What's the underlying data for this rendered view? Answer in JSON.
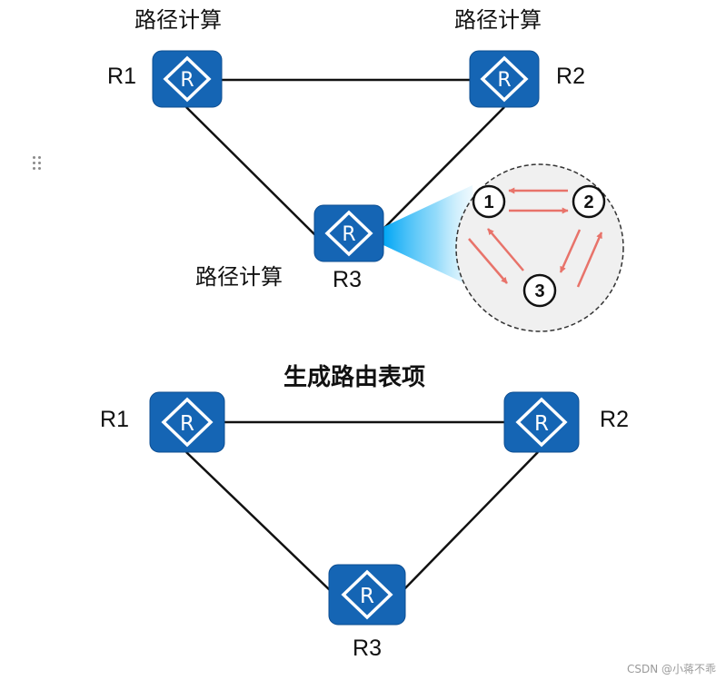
{
  "top": {
    "routers": {
      "r1": {
        "name": "R1",
        "task": "路径计算"
      },
      "r2": {
        "name": "R2",
        "task": "路径计算"
      },
      "r3": {
        "name": "R3",
        "task": "路径计算"
      }
    },
    "process_circle": {
      "nodes": [
        "1",
        "2",
        "3"
      ]
    }
  },
  "bottom": {
    "title": "生成路由表项",
    "routers": {
      "r1": {
        "name": "R1"
      },
      "r2": {
        "name": "R2"
      },
      "r3": {
        "name": "R3"
      }
    }
  },
  "router_symbol": "R",
  "watermark": "CSDN @小蒋不乖",
  "colors": {
    "router_fill": "#1565b4",
    "router_stroke": "#0c4d91",
    "link": "#111111",
    "arrow": "#e8736a",
    "beam": "#00a6f5"
  }
}
